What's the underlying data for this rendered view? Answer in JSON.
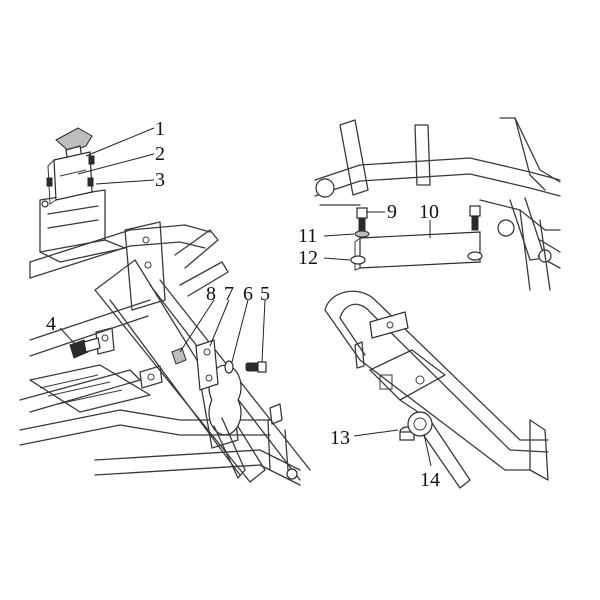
{
  "callouts": {
    "c1": "1",
    "c2": "2",
    "c3": "3",
    "c4": "4",
    "c5": "5",
    "c6": "6",
    "c7": "7",
    "c8": "8",
    "c9": "9",
    "c10": "10",
    "c11": "11",
    "c12": "12",
    "c13": "13",
    "c14": "14"
  },
  "colors": {
    "line": "#3a3a3a",
    "text": "#111111",
    "background": "#ffffff"
  }
}
